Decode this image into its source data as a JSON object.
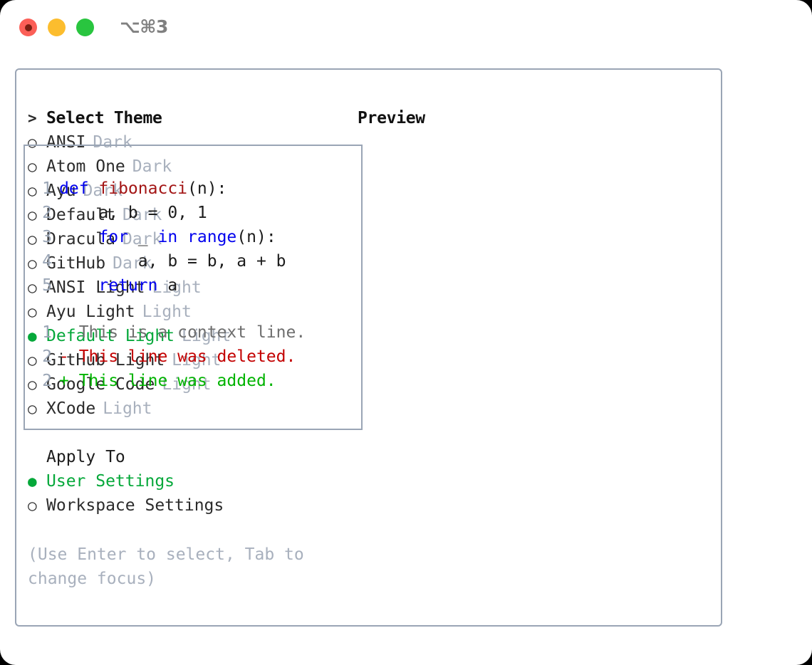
{
  "titlebar": {
    "shortcut": "⌥⌘3",
    "buttons": {
      "close": "close",
      "minimize": "minimize",
      "maximize": "maximize"
    }
  },
  "theme_list": {
    "header_marker": ">",
    "header": "Select Theme",
    "items": [
      {
        "marker": "○",
        "name": "ANSI",
        "badge": "Dark",
        "selected": false
      },
      {
        "marker": "○",
        "name": "Atom One",
        "badge": "Dark",
        "selected": false
      },
      {
        "marker": "○",
        "name": "Ayu",
        "badge": "Dark",
        "selected": false
      },
      {
        "marker": "○",
        "name": "Default",
        "badge": "Dark",
        "selected": false
      },
      {
        "marker": "○",
        "name": "Dracula",
        "badge": "Dark",
        "selected": false
      },
      {
        "marker": "○",
        "name": "GitHub",
        "badge": "Dark",
        "selected": false
      },
      {
        "marker": "○",
        "name": "ANSI Light",
        "badge": "Light",
        "selected": false
      },
      {
        "marker": "○",
        "name": "Ayu Light",
        "badge": "Light",
        "selected": false
      },
      {
        "marker": "●",
        "name": "Default Light",
        "badge": "Light",
        "selected": true
      },
      {
        "marker": "○",
        "name": "GitHub Light",
        "badge": "Light",
        "selected": false
      },
      {
        "marker": "○",
        "name": "Google Code",
        "badge": "Light",
        "selected": false
      },
      {
        "marker": "○",
        "name": "XCode",
        "badge": "Light",
        "selected": false
      }
    ]
  },
  "apply_to": {
    "header": "Apply To",
    "options": [
      {
        "marker": "●",
        "label": "User Settings",
        "selected": true
      },
      {
        "marker": "○",
        "label": "Workspace Settings",
        "selected": false
      }
    ]
  },
  "hint": "(Use Enter to select, Tab to change focus)",
  "preview": {
    "title": "Preview",
    "code": [
      {
        "lno": "1",
        "parts": [
          {
            "t": "def ",
            "c": "kw"
          },
          {
            "t": "fibonacci",
            "c": "fn"
          },
          {
            "t": "(n):",
            "c": "pl"
          }
        ]
      },
      {
        "lno": "2",
        "parts": [
          {
            "t": "    a, b = 0, 1",
            "c": "pl"
          }
        ]
      },
      {
        "lno": "3",
        "parts": [
          {
            "t": "    ",
            "c": "pl"
          },
          {
            "t": "for",
            "c": "kw"
          },
          {
            "t": " _ ",
            "c": "pl"
          },
          {
            "t": "in",
            "c": "kw"
          },
          {
            "t": " ",
            "c": "pl"
          },
          {
            "t": "range",
            "c": "kw"
          },
          {
            "t": "(n):",
            "c": "pl"
          }
        ]
      },
      {
        "lno": "4",
        "parts": [
          {
            "t": "        a, b = b, a + b",
            "c": "pl"
          }
        ]
      },
      {
        "lno": "5",
        "parts": [
          {
            "t": "    ",
            "c": "pl"
          },
          {
            "t": "return",
            "c": "kw"
          },
          {
            "t": " a",
            "c": "pl"
          }
        ]
      }
    ],
    "diff": [
      {
        "lno": "1",
        "text": "  This is a context line.",
        "c": "ctx"
      },
      {
        "lno": "2",
        "text": "- This line was deleted.",
        "c": "del"
      },
      {
        "lno": "2",
        "text": "+ This line was added.",
        "c": "add"
      }
    ]
  },
  "colors": {
    "accent_green": "#05a83a",
    "muted": "#a8b0bd",
    "border": "#9aa5b5",
    "keyword_blue": "#0000ee",
    "function_red": "#a31515",
    "diff_deleted": "#c30000",
    "diff_added": "#00b300",
    "traffic_red": "#fb5f57",
    "traffic_yellow": "#fcbd2e",
    "traffic_green": "#29c53f"
  }
}
